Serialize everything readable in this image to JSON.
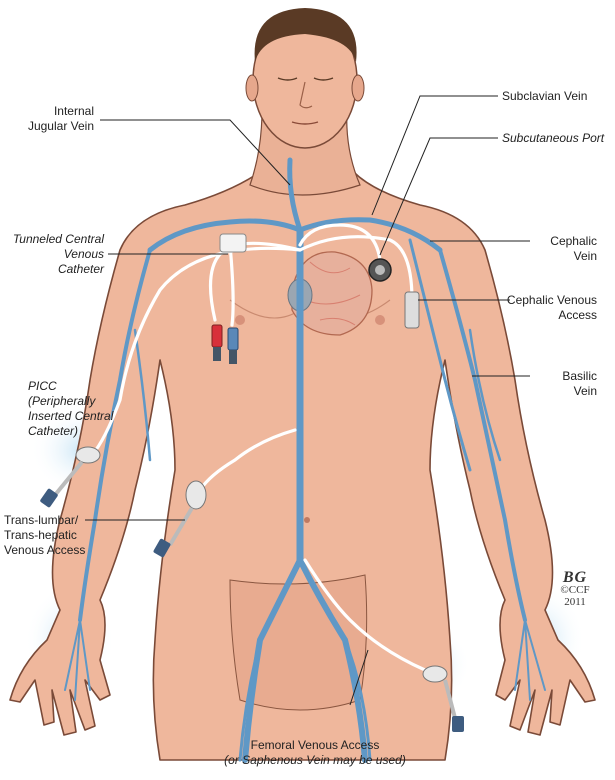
{
  "labels": {
    "internal_jugular": [
      "Internal",
      "Jugular Vein"
    ],
    "subclavian": "Subclavian Vein",
    "subcutaneous_port": "Subcutaneous Port",
    "tunneled_cvc": [
      "Tunneled Central",
      "Venous",
      "Catheter"
    ],
    "cephalic": [
      "Cephalic",
      "Vein"
    ],
    "cephalic_access": [
      "Cephalic Venous",
      "Access"
    ],
    "basilic": [
      "Basilic",
      "Vein"
    ],
    "picc": [
      "PICC",
      "(Peripherally",
      "Inserted Central",
      "Catheter)"
    ],
    "translumbar": [
      "Trans-lumbar/",
      "Trans-hepatic",
      "Venous Access"
    ],
    "femoral": "Femoral Venous Access",
    "femoral_note": "(or Saphenous Vein may be used)"
  },
  "signature": {
    "mark": "BG",
    "org": "©CCF",
    "year": "2011"
  },
  "colors": {
    "skin": "#efb79c",
    "skin_shade": "#d99a7f",
    "vein": "#5f98c6",
    "hair": "#5a3a25",
    "outline": "#7a4a38"
  }
}
